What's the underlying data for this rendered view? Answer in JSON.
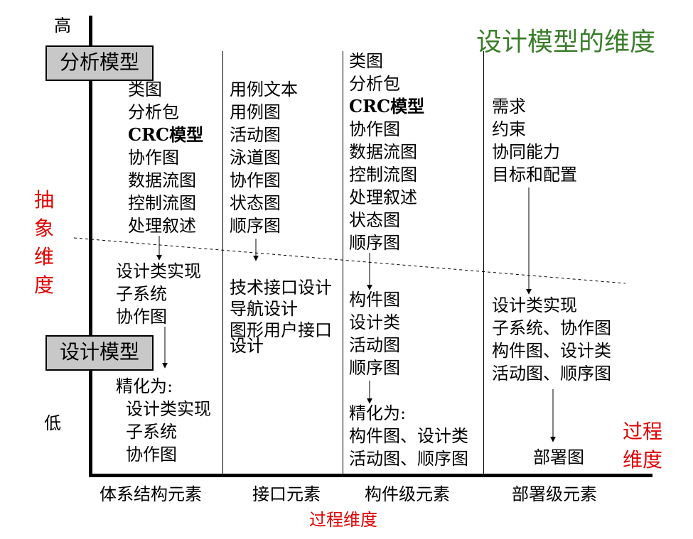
{
  "title": "设计模型的维度",
  "axis": {
    "high": "高",
    "low": "低",
    "abstraction_label": [
      "抽",
      "象",
      "维",
      "度"
    ],
    "process_label_right": [
      "过程",
      "维度"
    ],
    "process_label_bottom": "过程维度"
  },
  "boxes": {
    "analysis_model": "分析模型",
    "design_model": "设计模型"
  },
  "columns": [
    {
      "name": "体系结构元素",
      "analysis": [
        "类图",
        "分析包",
        "CRC模型",
        "协作图",
        "数据流图",
        "控制流图",
        "处理叙述"
      ],
      "design": [
        "设计类实现",
        "子系统",
        "协作图"
      ],
      "refine_title": "精化为:",
      "refine": [
        "设计类实现",
        "子系统",
        "协作图"
      ]
    },
    {
      "name": "接口元素",
      "analysis": [
        "用例文本",
        "用例图",
        "活动图",
        "泳道图",
        "协作图",
        "状态图",
        "顺序图"
      ],
      "design": [
        "技术接口设计",
        "导航设计",
        "图形用户接口",
        "设计"
      ]
    },
    {
      "name": "构件级元素",
      "analysis": [
        "类图",
        "分析包",
        "CRC模型",
        "协作图",
        "数据流图",
        "控制流图",
        "处理叙述",
        "状态图",
        "顺序图"
      ],
      "design": [
        "构件图",
        "设计类",
        "活动图",
        "顺序图"
      ],
      "refine_title": "精化为:",
      "refine": [
        "构件图、设计类",
        "活动图、顺序图"
      ]
    },
    {
      "name": "部署级元素",
      "analysis": [
        "需求",
        "约束",
        "协同能力",
        "目标和配置"
      ],
      "design": [
        "设计类实现",
        "子系统、协作图",
        "构件图、设计类",
        "活动图、顺序图"
      ],
      "final": "部署图"
    }
  ]
}
